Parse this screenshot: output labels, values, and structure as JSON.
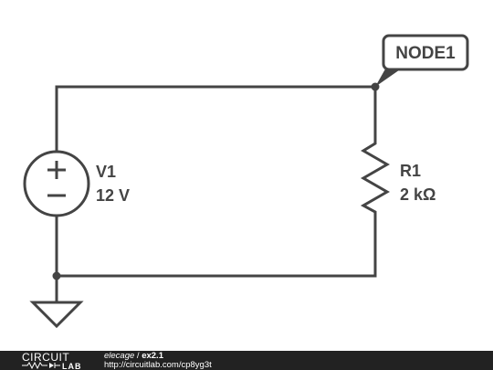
{
  "circuit": {
    "node_label": "NODE1",
    "source": {
      "name": "V1",
      "value": "12 V"
    },
    "resistor": {
      "name": "R1",
      "value": "2 kΩ"
    }
  },
  "footer": {
    "logo_top": "CIRCUIT",
    "logo_bottom": "LAB",
    "author": "elecage",
    "separator": " / ",
    "circuit_name": "ex2.1",
    "url": "http://circuitlab.com/cp8yg3t"
  },
  "colors": {
    "wire": "#444444",
    "footer_background": "#222222",
    "footer_text": "#ffffff"
  }
}
